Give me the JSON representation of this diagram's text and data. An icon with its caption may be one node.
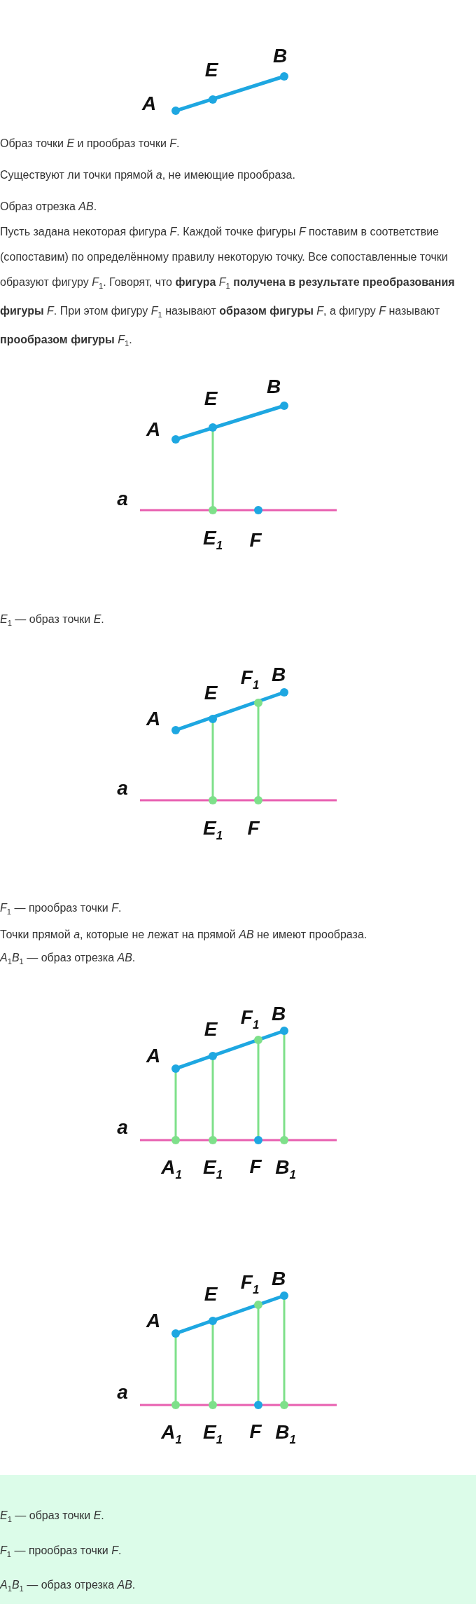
{
  "diagram": {
    "labels": [
      "B",
      "E",
      "A",
      "Образ точки *E* и прообраз точки *F*.",
      "Существуют ли точки прямой *a*, не имеющие прообраза.",
      "Образ отрезка *AB*.",
      "Пусть задана некоторая фигура *F*. Каждой точке фигуры *F* поставим в соответствие (сопоставим) по определённому правилу некоторую точку. Все сопоставленные точки образуют фигуру *F*$_{1}$. Говорят, что **фигура** *F*$_{1}$ **получена в результате преобразования фигуры** *F*. При этом фигуру *F*$_{1}$ называют **образом фигуры** *F*, а фигуру *F* называют **прообразом фигуры** *F*$_{1}$.",
      "B",
      "E",
      "A",
      "a",
      "E$_{1}$",
      "F",
      "*E*$_{1}$ — образ точки *E*.",
      "B",
      "F$_{1}$",
      "E",
      "A",
      "a",
      "E$_{1}$",
      "F",
      "*F*$_{1}$ — прообраз точки *F*.",
      "Точки прямой *a*, которые не лежат на прямой *AB* не имеют прообраза.",
      "*A*$_{1}$*B*$_{1}$ — образ отрезка *AB*.",
      "B",
      "F$_{1}$",
      "E",
      "A",
      "a",
      "A$_{1}$",
      "E$_{1}$",
      "F",
      "B$_{1}$",
      "B",
      "F$_{1}$",
      "E",
      "A",
      "a",
      "A$_{1}$",
      "E$_{1}$",
      "F",
      "B$_{1}$",
      "*E*$_{1}$ — образ точки *E*.",
      "*F*$_{1}$ — прообраз точки *F*.",
      "*A*$_{1}$*B*$_{1}$ — образ отрезка *AB*."
    ]
  }
}
